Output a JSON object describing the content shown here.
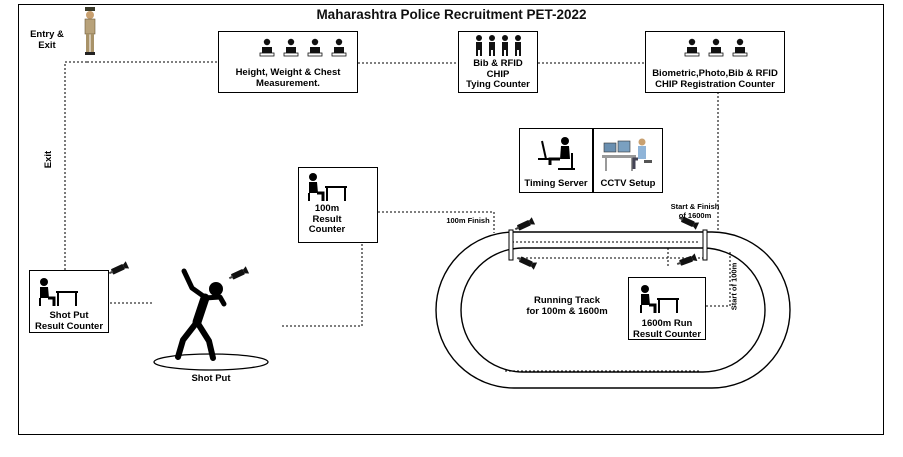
{
  "title": "Maharashtra Police Recruitment PET-2022",
  "entry_exit": "Entry &\nExit",
  "exit": "Exit",
  "stations": {
    "measurement": "Height, Weight & Chest\nMeasurement.",
    "bib_tying": "Bib & RFID\nCHIP\nTying Counter",
    "registration": "Biometric,Photo,Bib & RFID\nCHIP Registration Counter",
    "timing_server": "Timing Server",
    "cctv_setup": "CCTV Setup",
    "result_100m": "100m\nResult\nCounter",
    "shot_put_result": "Shot Put\nResult Counter",
    "result_1600m": "1600m Run\nResult Counter",
    "shot_put": "Shot Put"
  },
  "track": {
    "label": "Running Track\nfor 100m & 1600m",
    "finish_100m": "100m Finish",
    "start_finish_1600m": "Start & Finish\nof 1600m",
    "start_100m": "Start of 100m"
  },
  "icons": [
    "officer-icon",
    "staff-icon",
    "camera-icon",
    "timing-person-icon",
    "cctv-operator-icon",
    "desk-person-icon",
    "shot-put-athlete-icon"
  ]
}
